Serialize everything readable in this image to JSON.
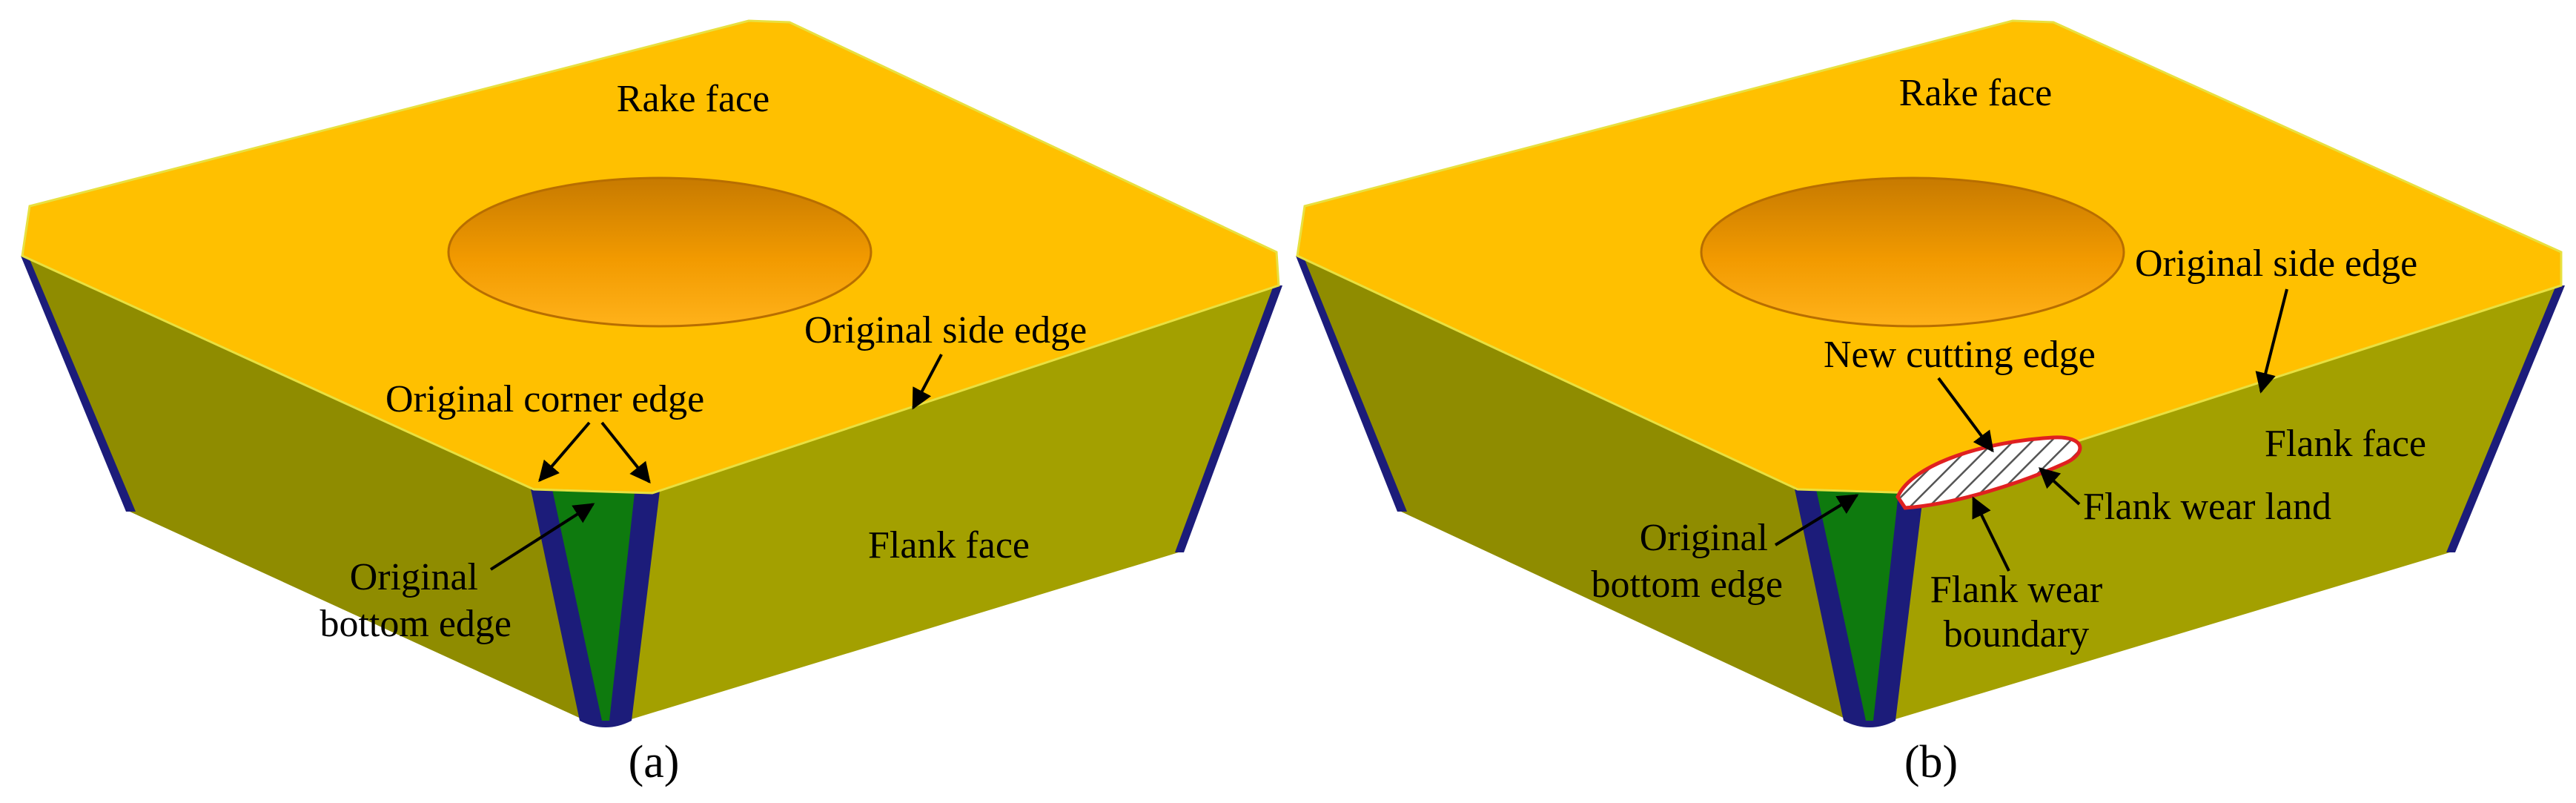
{
  "panels": [
    {
      "id": "a",
      "caption": "(a)",
      "labels": {
        "rake_face": "Rake face",
        "original_side_edge": "Original side edge",
        "original_corner_edge": "Original corner edge",
        "original_bottom_edge_line1": "Original",
        "original_bottom_edge_line2": "bottom edge",
        "flank_face": "Flank face"
      }
    },
    {
      "id": "b",
      "caption": "(b)",
      "labels": {
        "rake_face": "Rake face",
        "original_side_edge": "Original side edge",
        "new_cutting_edge": "New cutting edge",
        "flank_face": "Flank face",
        "flank_wear_land": "Flank wear land",
        "original_bottom_edge_line1": "Original",
        "original_bottom_edge_line2": "bottom edge",
        "flank_wear_boundary_line1": "Flank wear",
        "flank_wear_boundary_line2": "boundary"
      }
    }
  ],
  "colors": {
    "rake_face": "#FFC000",
    "hole": "#F5A000",
    "left_flank": "#8F8C00",
    "right_flank": "#A3A000",
    "corner_face": "#0E7A0E",
    "edge_blue": "#1C1C7A",
    "wear_boundary": "#E02020"
  }
}
